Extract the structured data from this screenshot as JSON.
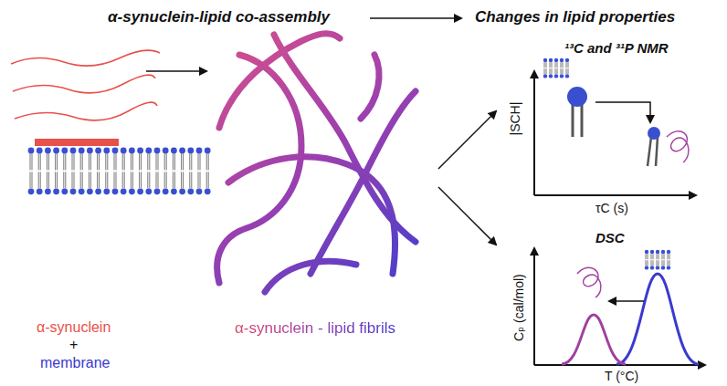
{
  "diagram": {
    "labels": [
      "α-synuclein-lipid co-assembly",
      "Changes in lipid properties",
      "¹³C and ³¹P NMR",
      "|SCH|",
      "τC (s)",
      "DSC",
      "Cₚ (cal/mol)",
      "T (°C)",
      "α-synuclein",
      "+",
      "membrane",
      "α-synuclein - lipid fibrils"
    ]
  }
}
